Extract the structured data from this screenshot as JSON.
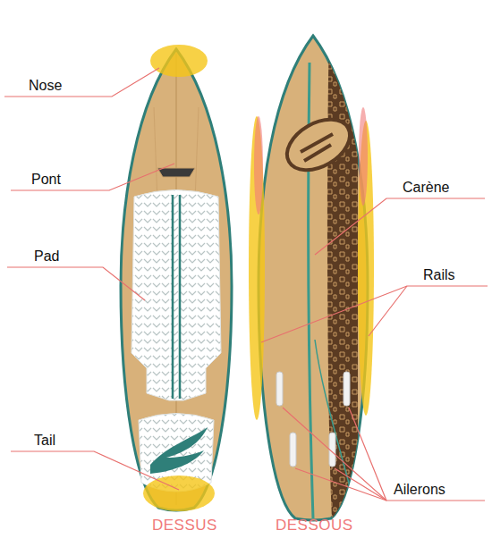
{
  "diagram": {
    "labels": [
      "Nose",
      "Pont",
      "Pad",
      "Carène",
      "Rails",
      "Tail",
      "Ailerons",
      "DESSUS",
      "DESSOUS"
    ]
  }
}
